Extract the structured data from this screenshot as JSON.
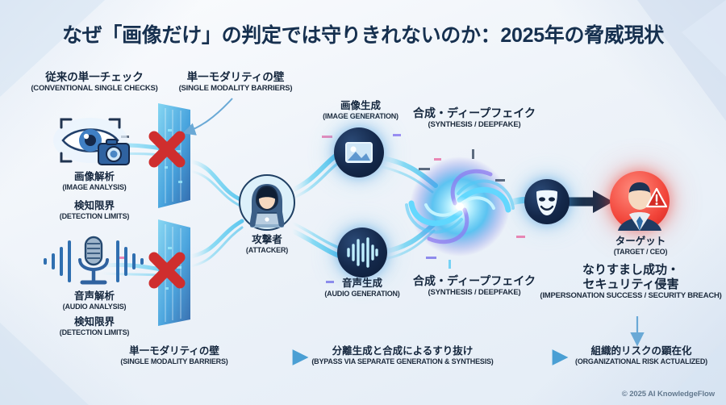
{
  "title": "なぜ「画像だけ」の判定では守りきれないのか：2025年の脅威現状",
  "copyright": "© 2025 AI KnowledgeFlow",
  "colors": {
    "title": "#16304f",
    "accent_cyan": "#4fc3f7",
    "accent_blue": "#2f7fc4",
    "danger_red": "#d2201c",
    "x_red": "#cf2e2e",
    "background": "#eef3f9",
    "vortex_purple": "#8b5cf6"
  },
  "left_column": {
    "heading": {
      "jp": "従来の単一チェック",
      "en": "(CONVENTIONAL SINGLE CHECKS)"
    },
    "items": [
      {
        "icon": "eye-scan-icon",
        "secondary_icon": "camera-icon",
        "jp": "画像解析",
        "en": "(IMAGE ANALYSIS)",
        "limit_jp": "検知限界",
        "limit_en": "(DETECTION LIMITS)"
      },
      {
        "icon": "microphone-waveform-icon",
        "secondary_icon": "waveform-icon",
        "jp": "音声解析",
        "en": "(AUDIO ANALYSIS)",
        "limit_jp": "検知限界",
        "limit_en": "(DETECTION LIMITS)"
      }
    ]
  },
  "barrier": {
    "callout": {
      "jp": "単一モダリティの壁",
      "en": "(SINGLE MODALITY BARRIERS)"
    },
    "blocked_marker": "red-x-icon",
    "count": 2
  },
  "attacker": {
    "icon": "hooded-attacker-laptop-icon",
    "jp": "攻撃者",
    "en": "(ATTACKER)"
  },
  "generation": [
    {
      "icon": "image-generation-icon",
      "jp": "画像生成",
      "en": "(IMAGE GENERATION)"
    },
    {
      "icon": "audio-generation-icon",
      "jp": "音声生成",
      "en": "(AUDIO GENERATION)"
    }
  ],
  "synthesis": {
    "icon": "vortex-icon",
    "top_label": {
      "jp": "合成・ディープフェイク",
      "en": "(SYNTHESIS / DEEPFAKE)"
    },
    "bottom_label": {
      "jp": "合成・ディープフェイク",
      "en": "(SYNTHESIS / DEEPFAKE)"
    },
    "mask_icon": "theater-mask-icon"
  },
  "target": {
    "icon": "businessman-target-icon",
    "warning_icon": "warning-triangle-icon",
    "jp": "ターゲット",
    "en": "(TARGET / CEO)",
    "outcome_jp_line1": "なりすまし成功・",
    "outcome_jp_line2": "セキュリティ侵害",
    "outcome_en": "(IMPERSONATION SUCCESS / SECURITY BREACH)"
  },
  "bottom_flow": [
    {
      "jp": "単一モダリティの壁",
      "en": "(SINGLE MODALITY BARRIERS)"
    },
    {
      "jp": "分離生成と合成によるすり抜け",
      "en": "(BYPASS VIA SEPARATE GENERATION & SYNTHESIS)"
    },
    {
      "jp": "組織的リスクの顕在化",
      "en": "(ORGANIZATIONAL RISK ACTUALIZED)"
    }
  ]
}
